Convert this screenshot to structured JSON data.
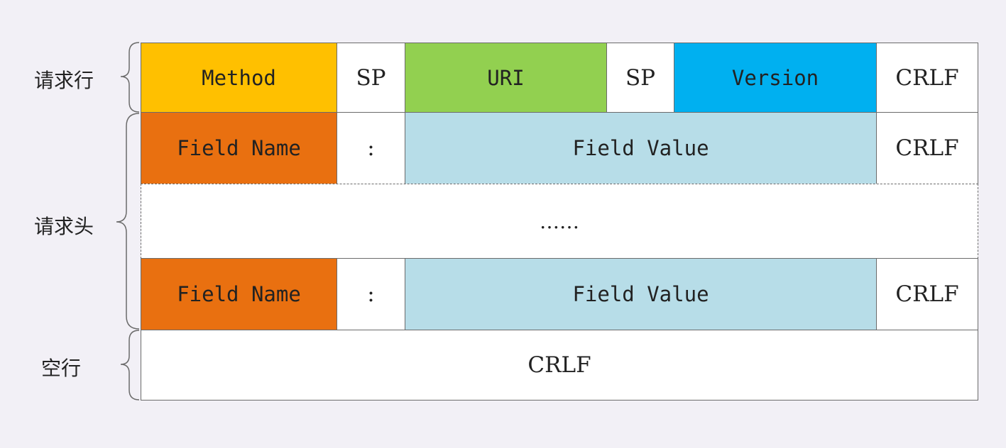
{
  "colors": {
    "method": "#ffc000",
    "uri": "#92d050",
    "version": "#00b0f0",
    "field_name": "#e97010",
    "field_value": "#b7dde8",
    "plain": "#ffffff",
    "background": "#f2f0f6"
  },
  "sections": {
    "request_line": "请求行",
    "request_headers": "请求头",
    "blank_line": "空行"
  },
  "request_line": {
    "method": "Method",
    "sp1": "SP",
    "uri": "URI",
    "sp2": "SP",
    "version": "Version",
    "crlf": "CRLF"
  },
  "header_row_1": {
    "field_name": "Field Name",
    "colon": ":",
    "field_value": "Field Value",
    "crlf": "CRLF"
  },
  "ellipsis": "……",
  "header_row_2": {
    "field_name": "Field Name",
    "colon": ":",
    "field_value": "Field Value",
    "crlf": "CRLF"
  },
  "blank_line_row": {
    "crlf": "CRLF"
  }
}
